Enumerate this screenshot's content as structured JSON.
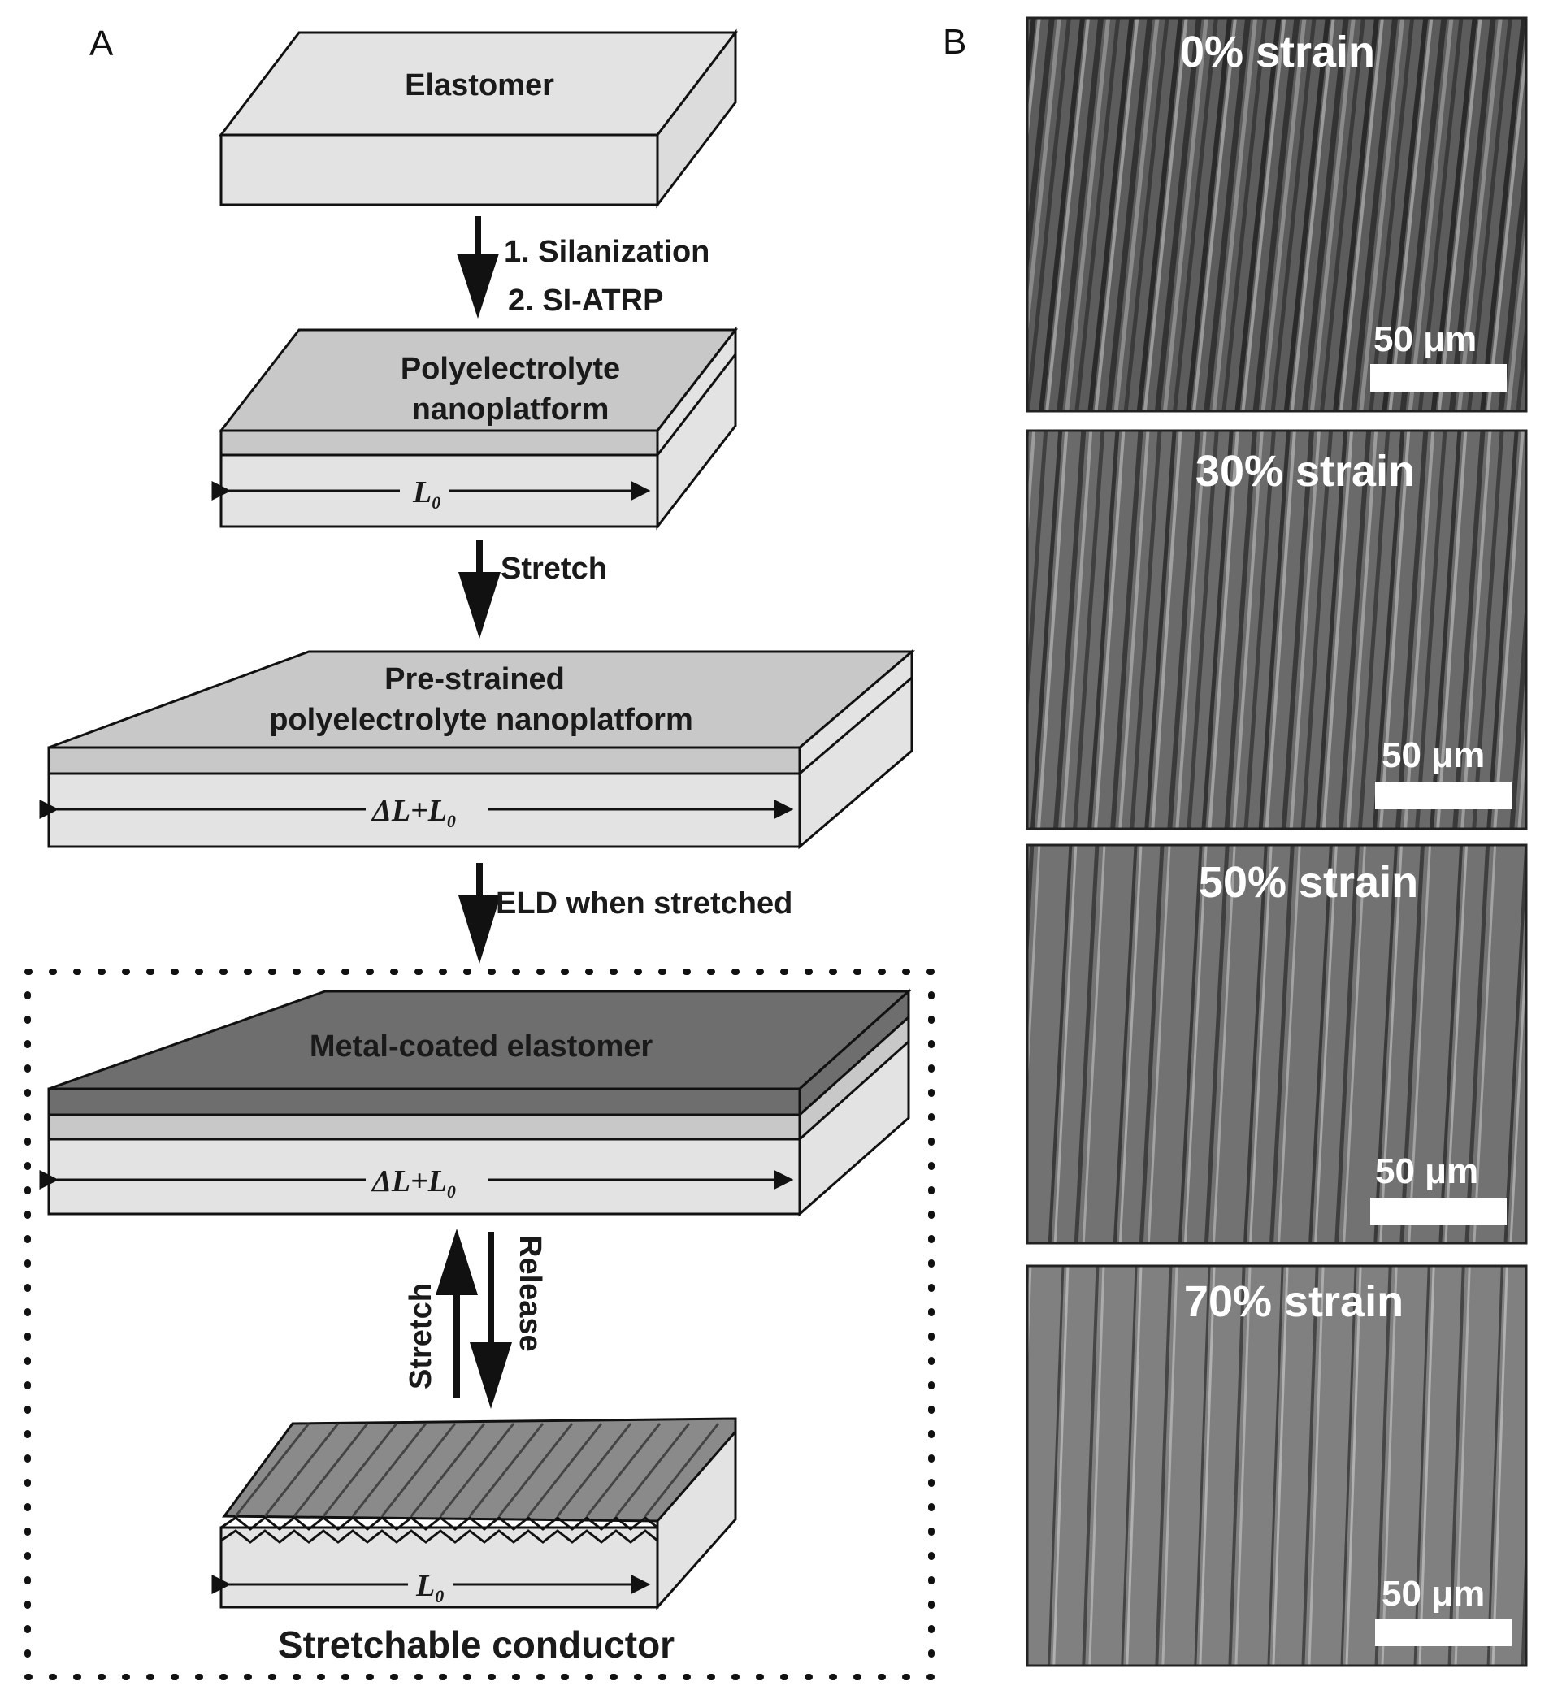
{
  "panel_a": {
    "letter": "A",
    "steps": {
      "elastomer": "Elastomer",
      "arrow1_line1": "1. Silanization",
      "arrow1_line2": "2. SI-ATRP",
      "poly_line1": "Polyelectrolyte",
      "poly_line2": "nanoplatform",
      "poly_len_sym": "L",
      "poly_len_sub": "0",
      "arrow2": "Stretch",
      "pre_line1": "Pre-strained",
      "pre_line2": "polyelectrolyte nanoplatform",
      "pre_len_sym": "ΔL+L",
      "pre_len_sub": "0",
      "arrow3": "ELD when  stretched",
      "metal": "Metal-coated  elastomer",
      "metal_len_sym": "ΔL+L",
      "metal_len_sub": "0",
      "up_arrow": "Stretch",
      "down_arrow": "Release",
      "cond_len_sym": "L",
      "cond_len_sub": "0",
      "conductor": "Stretchable conductor"
    }
  },
  "panel_b": {
    "letter": "B",
    "images": [
      {
        "label": "0%  strain",
        "scale": "50  μm"
      },
      {
        "label": "30%  strain",
        "scale": "50  μm"
      },
      {
        "label": "50%  strain",
        "scale": "50  μm"
      },
      {
        "label": "70%  strain",
        "scale": "50  μm"
      }
    ]
  },
  "colors": {
    "slab_light": "#e3e3e3",
    "slab_mid": "#c8c8c8",
    "metal_dark": "#6e6e6e",
    "micro_bg": "#5a5a5a"
  }
}
